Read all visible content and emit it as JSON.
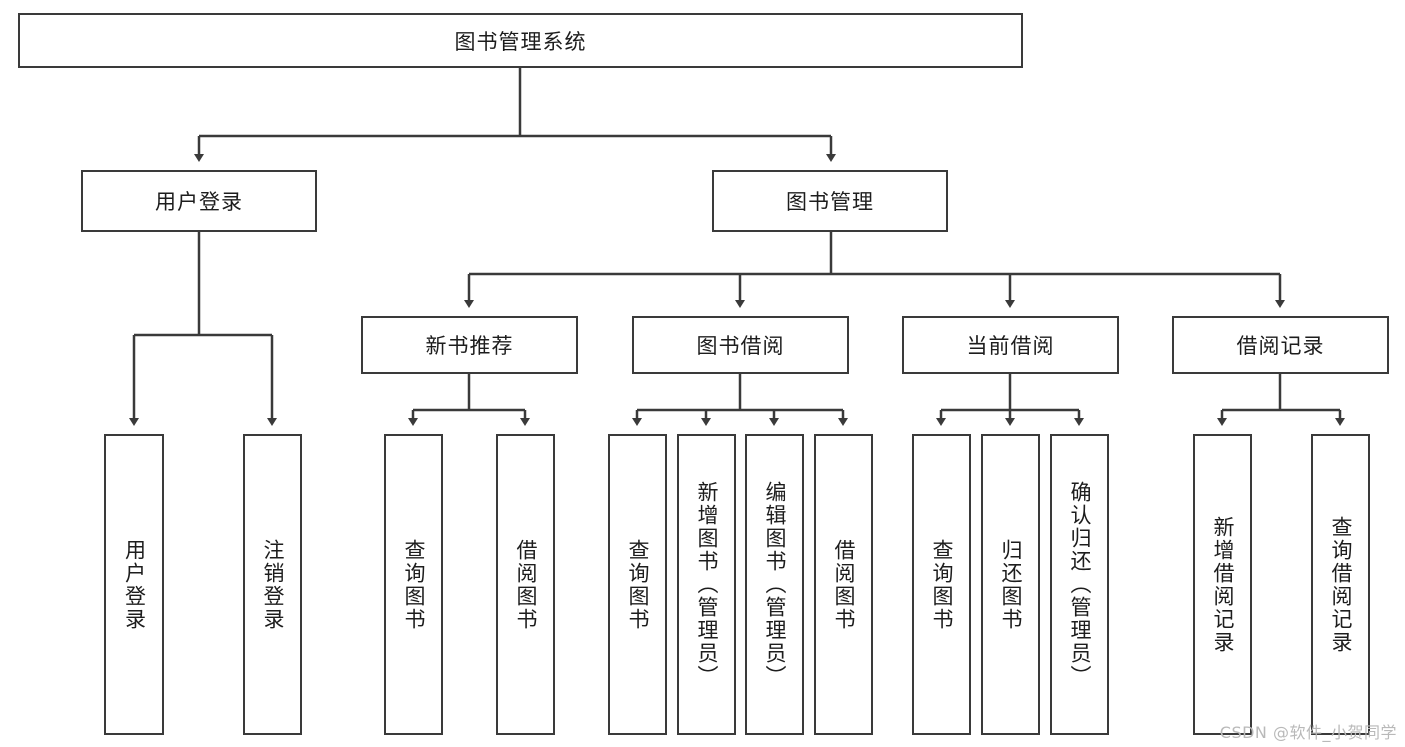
{
  "diagram": {
    "title": "图书管理系统",
    "type": "tree-hierarchy",
    "watermark": "CSDN @软件_小贺同学",
    "colors": {
      "node_border": "#3a3a3a",
      "node_fill": "#ffffff",
      "edge": "#3a3a3a",
      "text": "#1d1d1d",
      "watermark": "#b9b9b9"
    },
    "nodes": {
      "root": {
        "label": "图书管理系统"
      },
      "level2": [
        {
          "label": "用户登录"
        },
        {
          "label": "图书管理"
        }
      ],
      "level3": [
        {
          "label": "新书推荐"
        },
        {
          "label": "图书借阅"
        },
        {
          "label": "当前借阅"
        },
        {
          "label": "借阅记录"
        }
      ],
      "leaves": {
        "user_login": [
          {
            "label": "用户登录"
          },
          {
            "label": "注销登录"
          }
        ],
        "new_book_recommend": [
          {
            "label": "查询图书"
          },
          {
            "label": "借阅图书"
          }
        ],
        "book_borrow": [
          {
            "label": "查询图书"
          },
          {
            "label": "新增图书（管理员）"
          },
          {
            "label": "编辑图书（管理员）"
          },
          {
            "label": "借阅图书"
          }
        ],
        "current_borrow": [
          {
            "label": "查询图书"
          },
          {
            "label": "归还图书"
          },
          {
            "label": "确认归还（管理员）"
          }
        ],
        "borrow_record": [
          {
            "label": "新增借阅记录"
          },
          {
            "label": "查询借阅记录"
          }
        ]
      }
    }
  }
}
